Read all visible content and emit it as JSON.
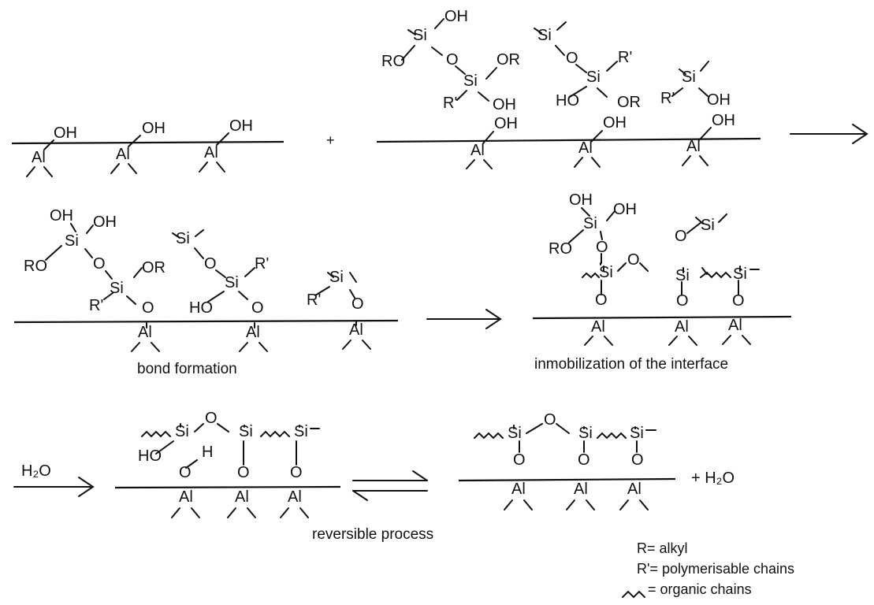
{
  "atoms": {
    "oh": "OH",
    "al": "Al",
    "si": "Si",
    "o": "O",
    "ro": "RO",
    "or": "OR",
    "ho": "HO",
    "r": "R'",
    "h": "H"
  },
  "symbols": {
    "plus": "+",
    "water_arrow_label": "H₂O",
    "plus_water": "+ H₂O"
  },
  "captions": {
    "bond_formation": "bond formation",
    "immobilization": "inmobilization of the interface",
    "reversible": "reversible process"
  },
  "legend": {
    "r": "R=  alkyl",
    "r_prime": "R'= polymerisable chains",
    "chains": "= organic chains"
  }
}
